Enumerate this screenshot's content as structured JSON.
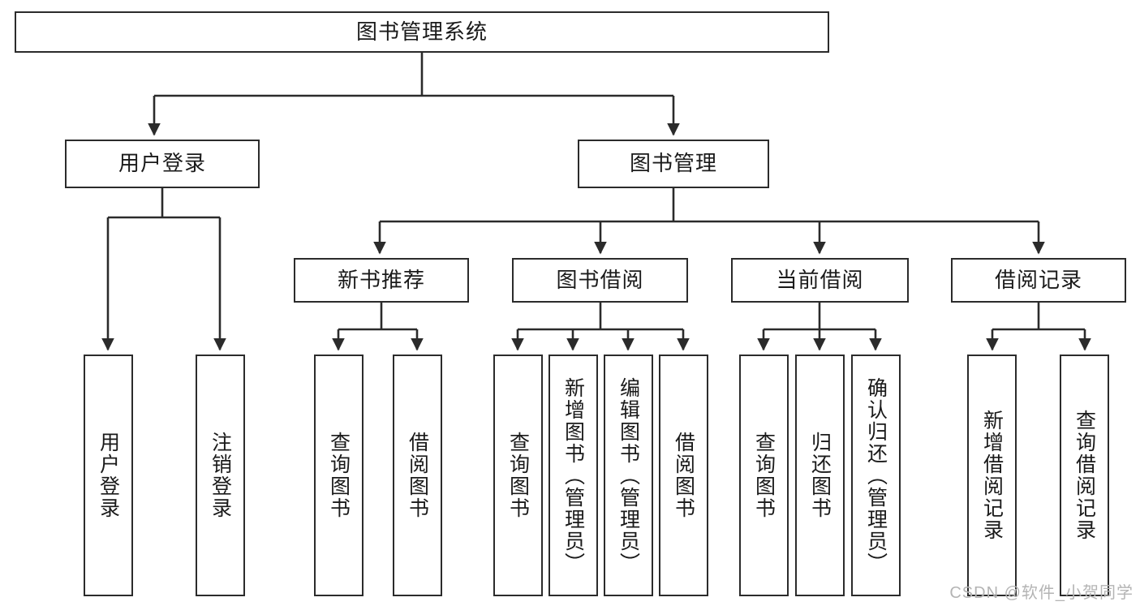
{
  "diagram": {
    "title": "图书管理系统",
    "type": "tree-hierarchy",
    "watermark": "CSDN @软件_小贺同学",
    "colors": {
      "stroke": "#2b2b2b",
      "fill": "#ffffff",
      "text": "#1a1a1a",
      "watermark": "#b4b4b4"
    },
    "nodes": {
      "root": "图书管理系统",
      "level2": [
        "用户登录",
        "图书管理"
      ],
      "level3": [
        "新书推荐",
        "图书借阅",
        "当前借阅",
        "借阅记录"
      ],
      "leaves": {
        "user_login": [
          "用户登录",
          "注销登录"
        ],
        "new_book_recommend": [
          "查询图书",
          "借阅图书"
        ],
        "book_borrow": [
          "查询图书",
          "新增图书（管理员）",
          "编辑图书（管理员）",
          "借阅图书"
        ],
        "current_borrow": [
          "查询图书",
          "归还图书",
          "确认归还（管理员）"
        ],
        "borrow_record": [
          "新增借阅记录",
          "查询借阅记录"
        ]
      }
    }
  }
}
